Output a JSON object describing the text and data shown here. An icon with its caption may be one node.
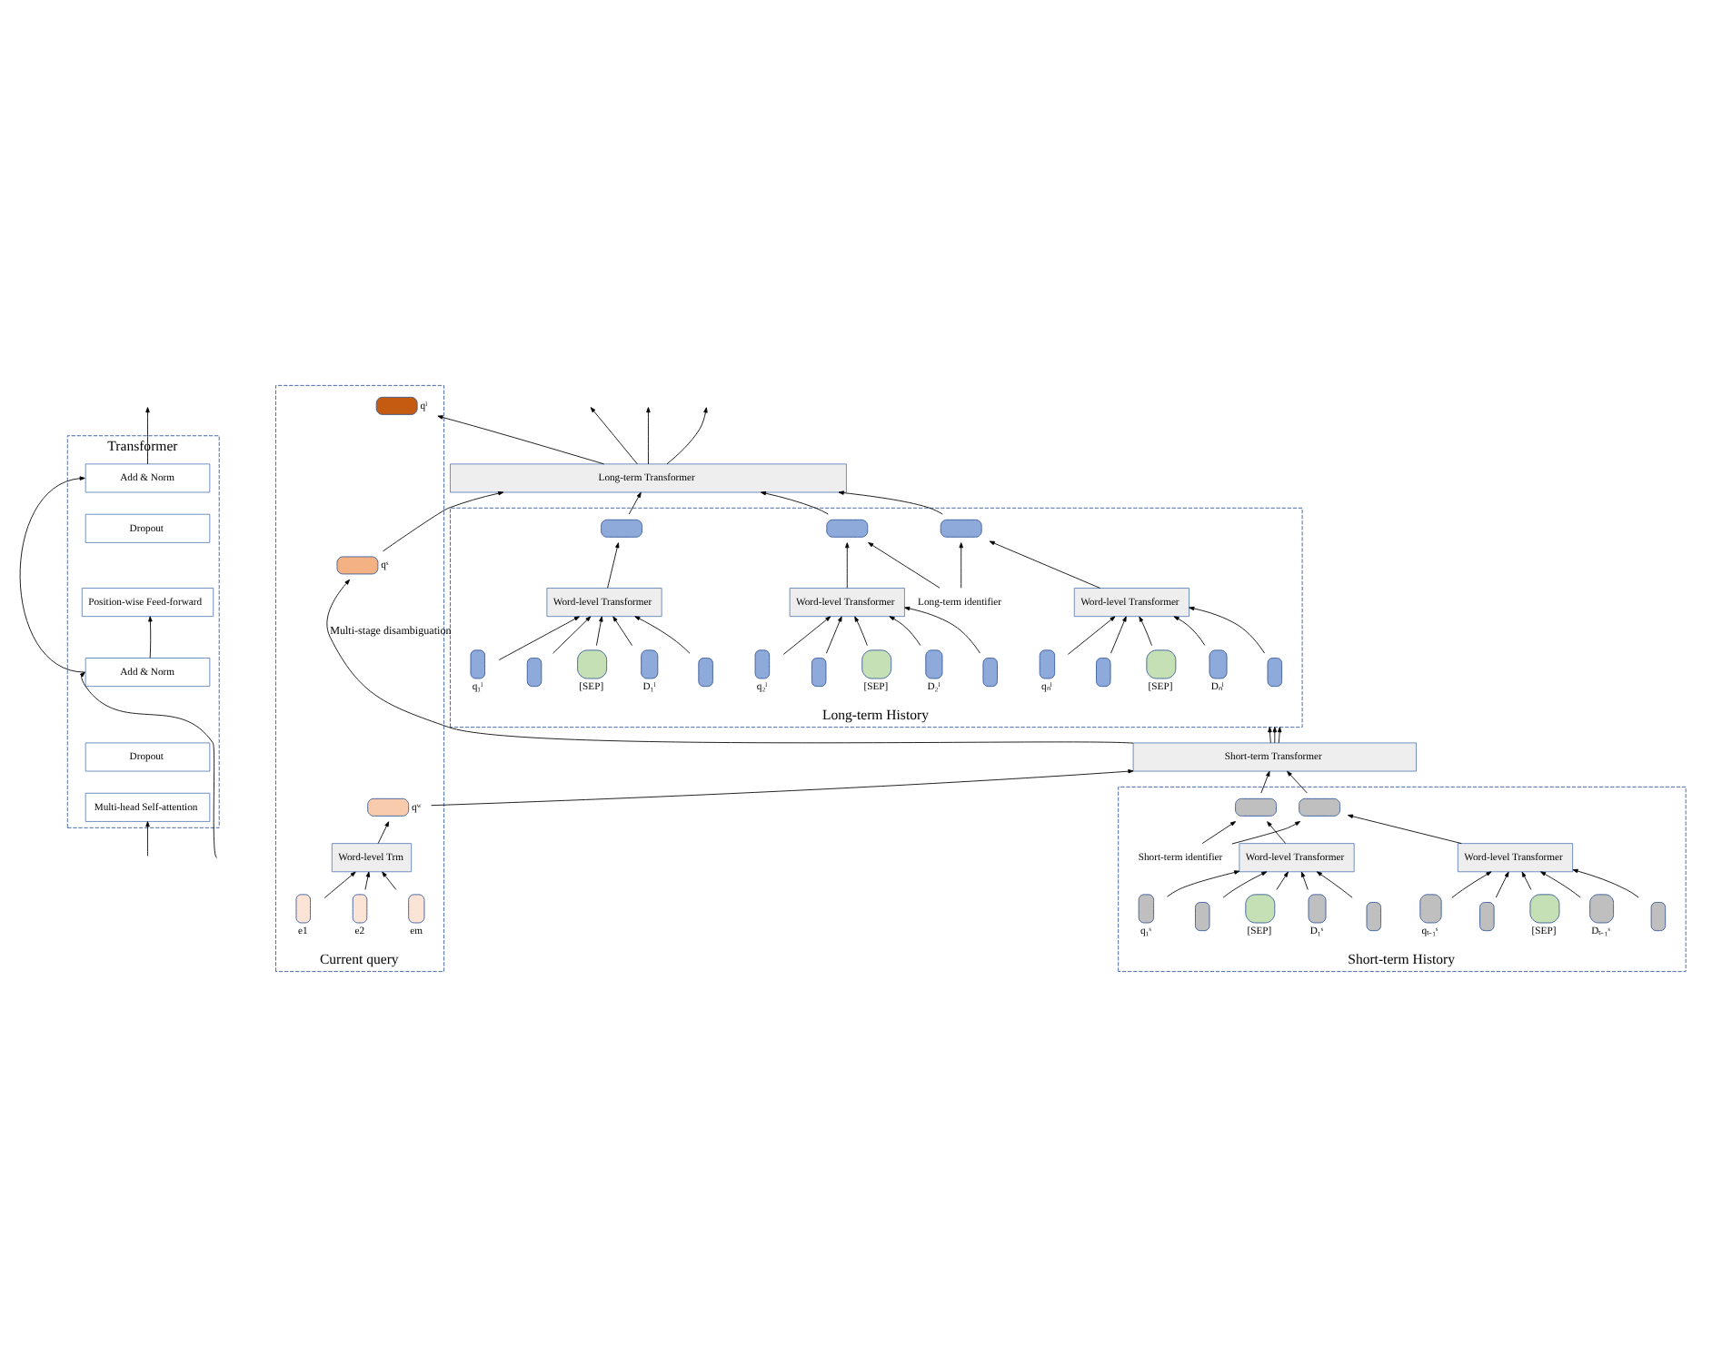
{
  "diagram": {
    "nodes": [
      {
        "text": [
          "Long-term Transformer"
        ]
      },
      {
        "text": [
          "Long-term History"
        ]
      },
      {
        "text": [],
        "shape": "box",
        "in": 1
      },
      {
        "text": [],
        "shape": "box",
        "in": 1
      },
      {
        "text": [],
        "shape": "box",
        "in": 1
      },
      {
        "text": [
          "Long-term identifier"
        ],
        "in": 1
      },
      {
        "text": [
          "Word-level Transformer"
        ],
        "in": 1
      },
      {
        "text": [
          "Word-level Transformer"
        ],
        "in": 1
      },
      {
        "text": [
          "Word-level Transformer"
        ],
        "in": 1
      },
      {
        "text": [],
        "shape": "bar",
        "in": 1,
        "beside": [
          "q₁ˡ"
        ]
      },
      {
        "text": [],
        "shape": "bar",
        "in": 1
      },
      {
        "text": [],
        "shape": "bar",
        "in": 1,
        "beside": [
          "[SEP]"
        ]
      },
      {
        "text": [],
        "shape": "bar",
        "in": 1,
        "beside": [
          "D₁ˡ"
        ]
      },
      {
        "text": [],
        "shape": "bar",
        "in": 1
      },
      {
        "text": [],
        "shape": "bar",
        "in": 1,
        "beside": [
          "q₂ˡ"
        ]
      },
      {
        "text": [],
        "shape": "bar",
        "in": 1
      },
      {
        "text": [],
        "shape": "bar",
        "in": 1,
        "beside": [
          "[SEP]"
        ]
      },
      {
        "text": [],
        "shape": "bar",
        "in": 1,
        "beside": [
          "D₂ˡ"
        ]
      },
      {
        "text": [],
        "shape": "bar",
        "in": 1
      },
      {
        "text": [],
        "shape": "bar",
        "in": 1,
        "beside": [
          "qₙˡ"
        ]
      },
      {
        "text": [],
        "shape": "bar",
        "in": 1
      },
      {
        "text": [],
        "shape": "bar",
        "in": 1,
        "beside": [
          "[SEP]"
        ]
      },
      {
        "text": [],
        "shape": "bar",
        "in": 1,
        "beside": [
          "Dₙˡ"
        ]
      },
      {
        "text": [],
        "shape": "bar",
        "in": 1
      },
      {
        "text": [
          "Current query"
        ]
      },
      {
        "text": [],
        "shape": "box",
        "in": 24,
        "beside": [
          "qˡ"
        ]
      },
      {
        "text": [],
        "shape": "box",
        "in": 24,
        "beside": [
          "qˢ"
        ]
      },
      {
        "text": [
          "Transformer"
        ]
      },
      {
        "text": [
          "Add & Norm"
        ],
        "in": 27
      },
      {
        "text": [
          "Dropout"
        ],
        "in": 27
      },
      {
        "text": [
          "Position-wise Feed-forward"
        ],
        "in": 27
      },
      {
        "text": [
          "Add & Norm"
        ],
        "in": 27
      },
      {
        "text": [
          "Dropout"
        ],
        "in": 27
      },
      {
        "text": [
          "Multi-head Self-attention"
        ],
        "in": 27
      },
      {
        "text": [
          "Short-term Transformer"
        ]
      },
      {
        "text": [
          "Short-term History"
        ]
      },
      {
        "text": [],
        "shape": "box",
        "in": 35
      },
      {
        "text": [],
        "shape": "box",
        "in": 35
      },
      {
        "text": [
          "Short-term identifier"
        ],
        "in": 35
      },
      {
        "text": [
          "Word-level Transformer"
        ],
        "in": 35
      },
      {
        "text": [
          "Word-level Transformer"
        ],
        "in": 35
      },
      {
        "text": [],
        "shape": "bar",
        "in": 35,
        "beside": [
          "q₁ˢ"
        ]
      },
      {
        "text": [],
        "shape": "bar",
        "in": 35
      },
      {
        "text": [],
        "shape": "bar",
        "in": 35,
        "beside": [
          "[SEP]"
        ]
      },
      {
        "text": [],
        "shape": "bar",
        "in": 35,
        "beside": [
          "D₁ˢ"
        ]
      },
      {
        "text": [],
        "shape": "bar",
        "in": 35
      },
      {
        "text": [],
        "shape": "bar",
        "in": 35,
        "beside": [
          "qₜ₋₁ˢ"
        ]
      },
      {
        "text": [],
        "shape": "bar",
        "in": 35
      },
      {
        "text": [],
        "shape": "bar",
        "in": 35,
        "beside": [
          "[SEP]"
        ]
      },
      {
        "text": [],
        "shape": "bar",
        "in": 35,
        "beside": [
          "Dₜ₋₁ˢ"
        ]
      },
      {
        "text": [],
        "shape": "bar",
        "in": 35
      },
      {
        "text": [],
        "shape": "box",
        "in": 24,
        "beside": [
          "qʷ"
        ]
      },
      {
        "text": [
          "Word-level Trm"
        ],
        "in": 24
      },
      {
        "text": [],
        "shape": "bar",
        "in": 24,
        "beside": [
          "e1"
        ]
      },
      {
        "text": [],
        "shape": "bar",
        "in": 24,
        "beside": [
          "e2"
        ]
      },
      {
        "text": [],
        "shape": "bar",
        "in": 24,
        "beside": [
          "em"
        ]
      }
    ],
    "edges": [
      {
        "from": 0,
        "to": null,
        "arrow": "to"
      },
      {
        "from": 0,
        "to": null,
        "arrow": "to"
      },
      {
        "from": 0,
        "to": null,
        "arrow": "to"
      },
      {
        "from": 2,
        "to": 0,
        "arrow": "to"
      },
      {
        "from": 3,
        "to": 0,
        "arrow": "to"
      },
      {
        "from": 4,
        "to": 0,
        "arrow": "to"
      },
      {
        "from": 5,
        "to": 3,
        "arrow": "to"
      },
      {
        "from": 5,
        "to": 4,
        "arrow": "to"
      },
      {
        "from": 6,
        "to": 2,
        "arrow": "to"
      },
      {
        "from": 7,
        "to": 3,
        "arrow": "to"
      },
      {
        "from": 8,
        "to": 4,
        "arrow": "to"
      },
      {
        "from": 9,
        "to": 6,
        "arrow": "to"
      },
      {
        "from": 10,
        "to": 6,
        "arrow": "to"
      },
      {
        "from": 11,
        "to": 6,
        "arrow": "to"
      },
      {
        "from": 12,
        "to": 6,
        "arrow": "to"
      },
      {
        "from": 13,
        "to": 6,
        "arrow": "to"
      },
      {
        "from": 14,
        "to": 7,
        "arrow": "to"
      },
      {
        "from": 15,
        "to": 7,
        "arrow": "to"
      },
      {
        "from": 16,
        "to": 7,
        "arrow": "to"
      },
      {
        "from": 17,
        "to": 7,
        "arrow": "to"
      },
      {
        "from": 18,
        "to": 7,
        "arrow": "to"
      },
      {
        "from": 19,
        "to": 8,
        "arrow": "to"
      },
      {
        "from": 20,
        "to": 8,
        "arrow": "to"
      },
      {
        "from": 21,
        "to": 8,
        "arrow": "to"
      },
      {
        "from": 22,
        "to": 8,
        "arrow": "to"
      },
      {
        "from": 23,
        "to": 8,
        "arrow": "to"
      },
      {
        "from": 34,
        "to": 1,
        "arrow": "to"
      },
      {
        "from": 34,
        "to": 1,
        "arrow": "to"
      },
      {
        "from": 34,
        "to": 1,
        "arrow": "to"
      },
      {
        "from": 36,
        "to": 34,
        "arrow": "to"
      },
      {
        "from": 37,
        "to": 34,
        "arrow": "to"
      },
      {
        "from": 38,
        "to": 36,
        "arrow": "to"
      },
      {
        "from": 38,
        "to": 37,
        "arrow": "to"
      },
      {
        "from": 39,
        "to": 36,
        "arrow": "to"
      },
      {
        "from": 40,
        "to": 37,
        "arrow": "to"
      },
      {
        "from": 41,
        "to": 39,
        "arrow": "to"
      },
      {
        "from": 42,
        "to": 39,
        "arrow": "to"
      },
      {
        "from": 43,
        "to": 39,
        "arrow": "to"
      },
      {
        "from": 44,
        "to": 39,
        "arrow": "to"
      },
      {
        "from": 45,
        "to": 39,
        "arrow": "to"
      },
      {
        "from": 46,
        "to": 40,
        "arrow": "to"
      },
      {
        "from": 47,
        "to": 40,
        "arrow": "to"
      },
      {
        "from": 48,
        "to": 40,
        "arrow": "to"
      },
      {
        "from": 49,
        "to": 40,
        "arrow": "to"
      },
      {
        "from": 50,
        "to": 40,
        "arrow": "to"
      },
      {
        "from": 53,
        "to": 52,
        "arrow": "to"
      },
      {
        "from": 54,
        "to": 52,
        "arrow": "to"
      },
      {
        "from": 55,
        "to": 52,
        "arrow": "to"
      },
      {
        "from": 52,
        "to": 51,
        "arrow": "to"
      },
      {
        "from": 51,
        "to": 34,
        "arrow": "to"
      },
      {
        "from": 34,
        "to": 26,
        "arrow": "to",
        "label": "Multi-stage disambiguation"
      },
      {
        "from": 26,
        "to": 0,
        "arrow": "to"
      },
      {
        "from": 0,
        "to": 25,
        "arrow": "to"
      },
      {
        "from": null,
        "to": 33,
        "arrow": "to"
      },
      {
        "from": 31,
        "to": 30,
        "arrow": "to"
      },
      {
        "from": 28,
        "to": null,
        "arrow": "to"
      },
      {
        "from": null,
        "to": 31,
        "arrow": "to"
      },
      {
        "from": 31,
        "to": 28,
        "arrow": "to"
      }
    ]
  }
}
